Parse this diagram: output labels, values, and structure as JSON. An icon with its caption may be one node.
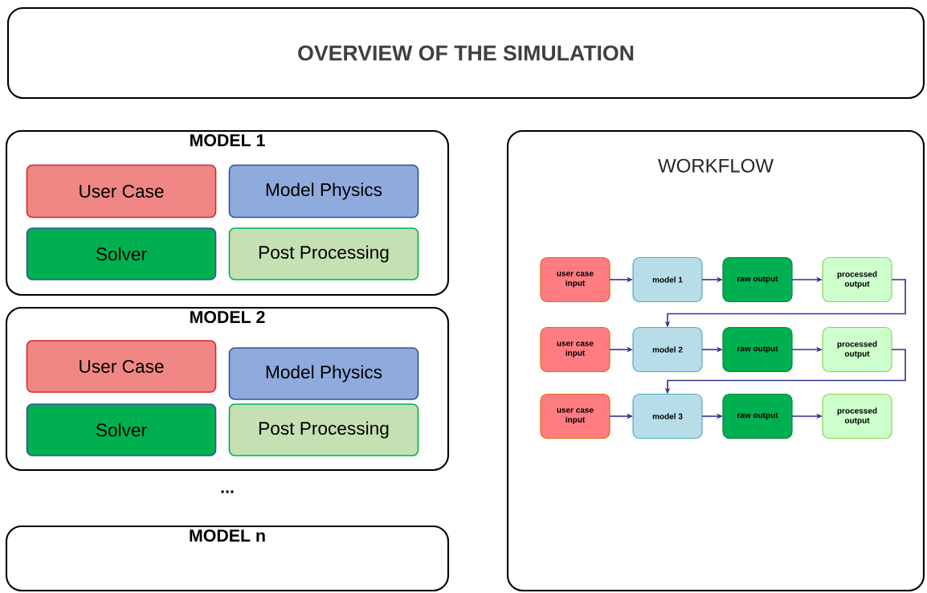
{
  "diagram": {
    "nodes": [
      {
        "text": [
          "OVERVIEW OF THE SIMULATION"
        ]
      },
      {
        "text": [
          "MODEL 1"
        ]
      },
      {
        "text": [
          "User Case"
        ],
        "in": 1
      },
      {
        "text": [
          "Model Physics"
        ],
        "in": 1
      },
      {
        "text": [
          "Solver"
        ],
        "in": 1
      },
      {
        "text": [
          "Post Processing"
        ],
        "in": 1
      },
      {
        "text": [
          "MODEL 2"
        ]
      },
      {
        "text": [
          "User Case"
        ],
        "in": 6
      },
      {
        "text": [
          "Model Physics"
        ],
        "in": 6
      },
      {
        "text": [
          "Solver"
        ],
        "in": 6
      },
      {
        "text": [
          "Post Processing"
        ],
        "in": 6
      },
      {
        "text": [
          "MODEL n"
        ]
      },
      {
        "text": [
          "WORKFLOW"
        ]
      },
      {
        "text": [
          "user case input"
        ],
        "in": 12
      },
      {
        "text": [
          "model 1"
        ],
        "in": 12
      },
      {
        "text": [
          "raw output"
        ],
        "in": 12
      },
      {
        "text": [
          "processed output"
        ],
        "in": 12
      },
      {
        "text": [
          "user case input"
        ],
        "in": 12
      },
      {
        "text": [
          "model 2"
        ],
        "in": 12
      },
      {
        "text": [
          "raw output"
        ],
        "in": 12
      },
      {
        "text": [
          "processed output"
        ],
        "in": 12
      },
      {
        "text": [
          "user case input"
        ],
        "in": 12
      },
      {
        "text": [
          "model 3"
        ],
        "in": 12
      },
      {
        "text": [
          "raw output"
        ],
        "in": 12
      },
      {
        "text": [
          "processed output"
        ],
        "in": 12
      }
    ],
    "edges": [
      {
        "from": 13,
        "to": 14,
        "arrow": "to"
      },
      {
        "from": 14,
        "to": 15,
        "arrow": "to"
      },
      {
        "from": 15,
        "to": 16,
        "arrow": "to"
      },
      {
        "from": 16,
        "to": 18,
        "arrow": "to"
      },
      {
        "from": 17,
        "to": 18,
        "arrow": "to"
      },
      {
        "from": 18,
        "to": 19,
        "arrow": "to"
      },
      {
        "from": 19,
        "to": 20,
        "arrow": "to"
      },
      {
        "from": 20,
        "to": 22,
        "arrow": "to"
      },
      {
        "from": 21,
        "to": 22,
        "arrow": "to"
      },
      {
        "from": 22,
        "to": 23,
        "arrow": "to"
      },
      {
        "from": 23,
        "to": 24,
        "arrow": "to"
      }
    ],
    "labels": [
      "..."
    ]
  }
}
